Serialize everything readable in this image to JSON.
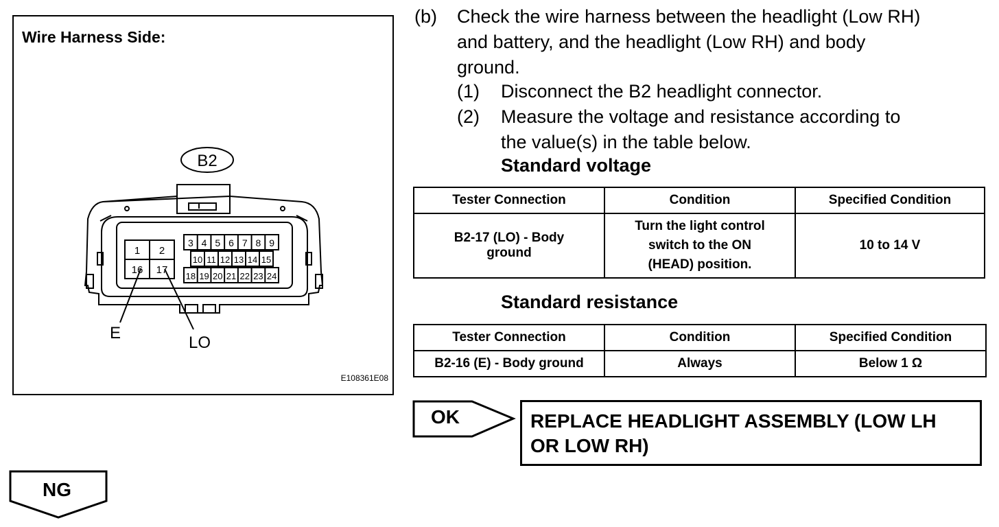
{
  "figure": {
    "title": "Wire Harness Side:",
    "connector_name": "B2",
    "pins_left": [
      "1",
      "2",
      "16",
      "17"
    ],
    "pins_top": [
      "3",
      "4",
      "5",
      "6",
      "7",
      "8",
      "9"
    ],
    "pins_mid": [
      "10",
      "11",
      "12",
      "13",
      "14",
      "15"
    ],
    "pins_bottom": [
      "18",
      "19",
      "20",
      "21",
      "22",
      "23",
      "24"
    ],
    "callouts": {
      "e": "E",
      "lo": "LO"
    },
    "figure_id": "E108361E08"
  },
  "step_b": {
    "label": "(b)",
    "lines": [
      "Check the wire harness between the headlight (Low RH)",
      "and battery, and the headlight (Low RH) and body",
      "ground."
    ]
  },
  "substeps": [
    {
      "label": "(1)",
      "lines": [
        "Disconnect the B2 headlight connector."
      ]
    },
    {
      "label": "(2)",
      "lines": [
        "Measure the voltage and resistance according to",
        "the value(s) in the table below."
      ]
    }
  ],
  "voltage": {
    "heading": "Standard voltage",
    "headers": [
      "Tester Connection",
      "Condition",
      "Specified Condition"
    ],
    "rows": [
      [
        [
          "B2-17 (LO) - Body",
          "ground"
        ],
        [
          "Turn the light control",
          "switch to the ON",
          "(HEAD) position."
        ],
        [
          "10 to 14 V"
        ]
      ]
    ]
  },
  "resistance": {
    "heading": "Standard resistance",
    "headers": [
      "Tester Connection",
      "Condition",
      "Specified Condition"
    ],
    "rows": [
      [
        "B2-16 (E) - Body ground",
        "Always",
        "Below 1 Ω"
      ]
    ]
  },
  "flow": {
    "ok_label": "OK",
    "ok_result_lines": [
      "REPLACE HEADLIGHT ASSEMBLY (LOW LH",
      "OR LOW RH)"
    ],
    "ng_label": "NG"
  }
}
